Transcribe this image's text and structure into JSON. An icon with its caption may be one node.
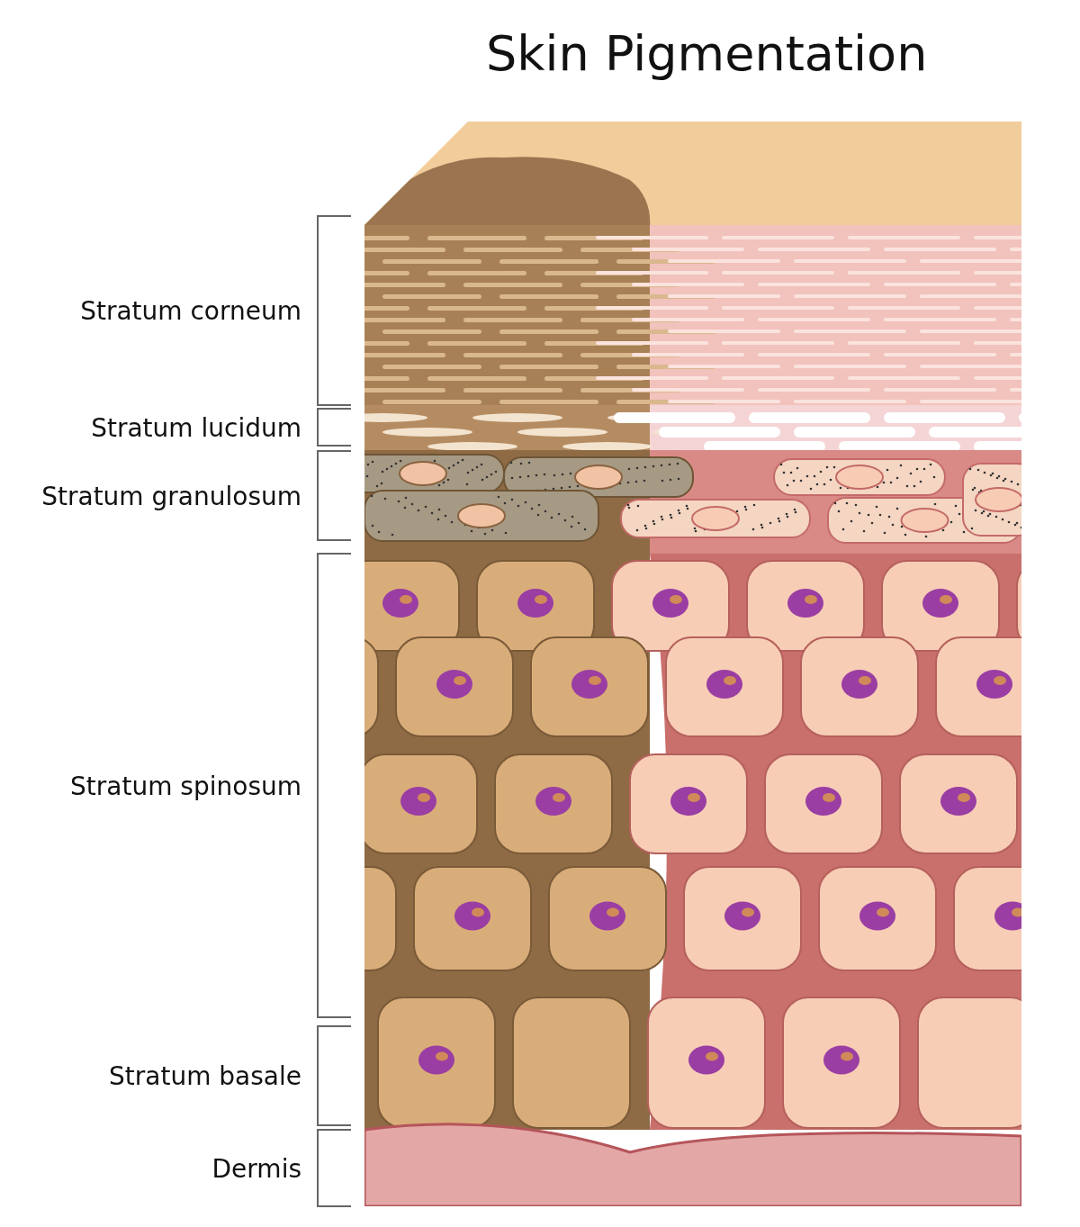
{
  "diagram": {
    "title": "Skin Pigmentation",
    "labels": [
      "Stratum corneum",
      "Stratum lucidum",
      "Stratum granulosum",
      "Stratum spinosum",
      "Stratum basale",
      "Dermis"
    ]
  }
}
